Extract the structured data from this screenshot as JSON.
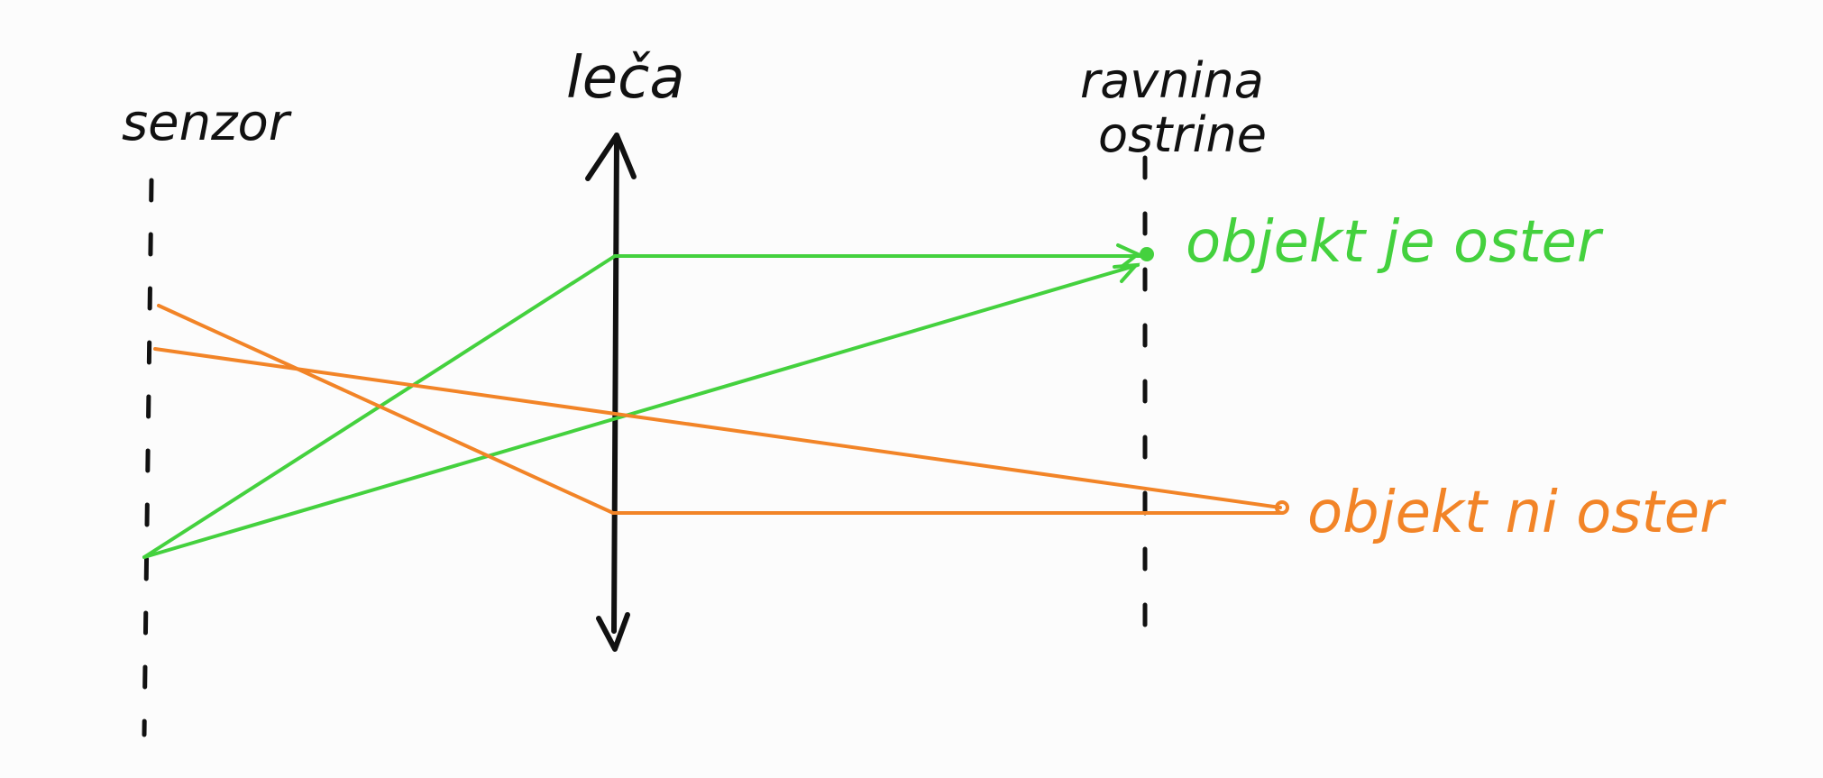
{
  "labels": {
    "sensor": "senzor",
    "lens": "leča",
    "focus_plane_line1": "ravnina",
    "focus_plane_line2": "ostrine",
    "in_focus": "objekt je oster",
    "out_of_focus": "objekt ni oster"
  },
  "colors": {
    "in_focus": "#44d13e",
    "out_of_focus": "#f28427",
    "ink": "#111111",
    "background": "#fcfcfc"
  }
}
